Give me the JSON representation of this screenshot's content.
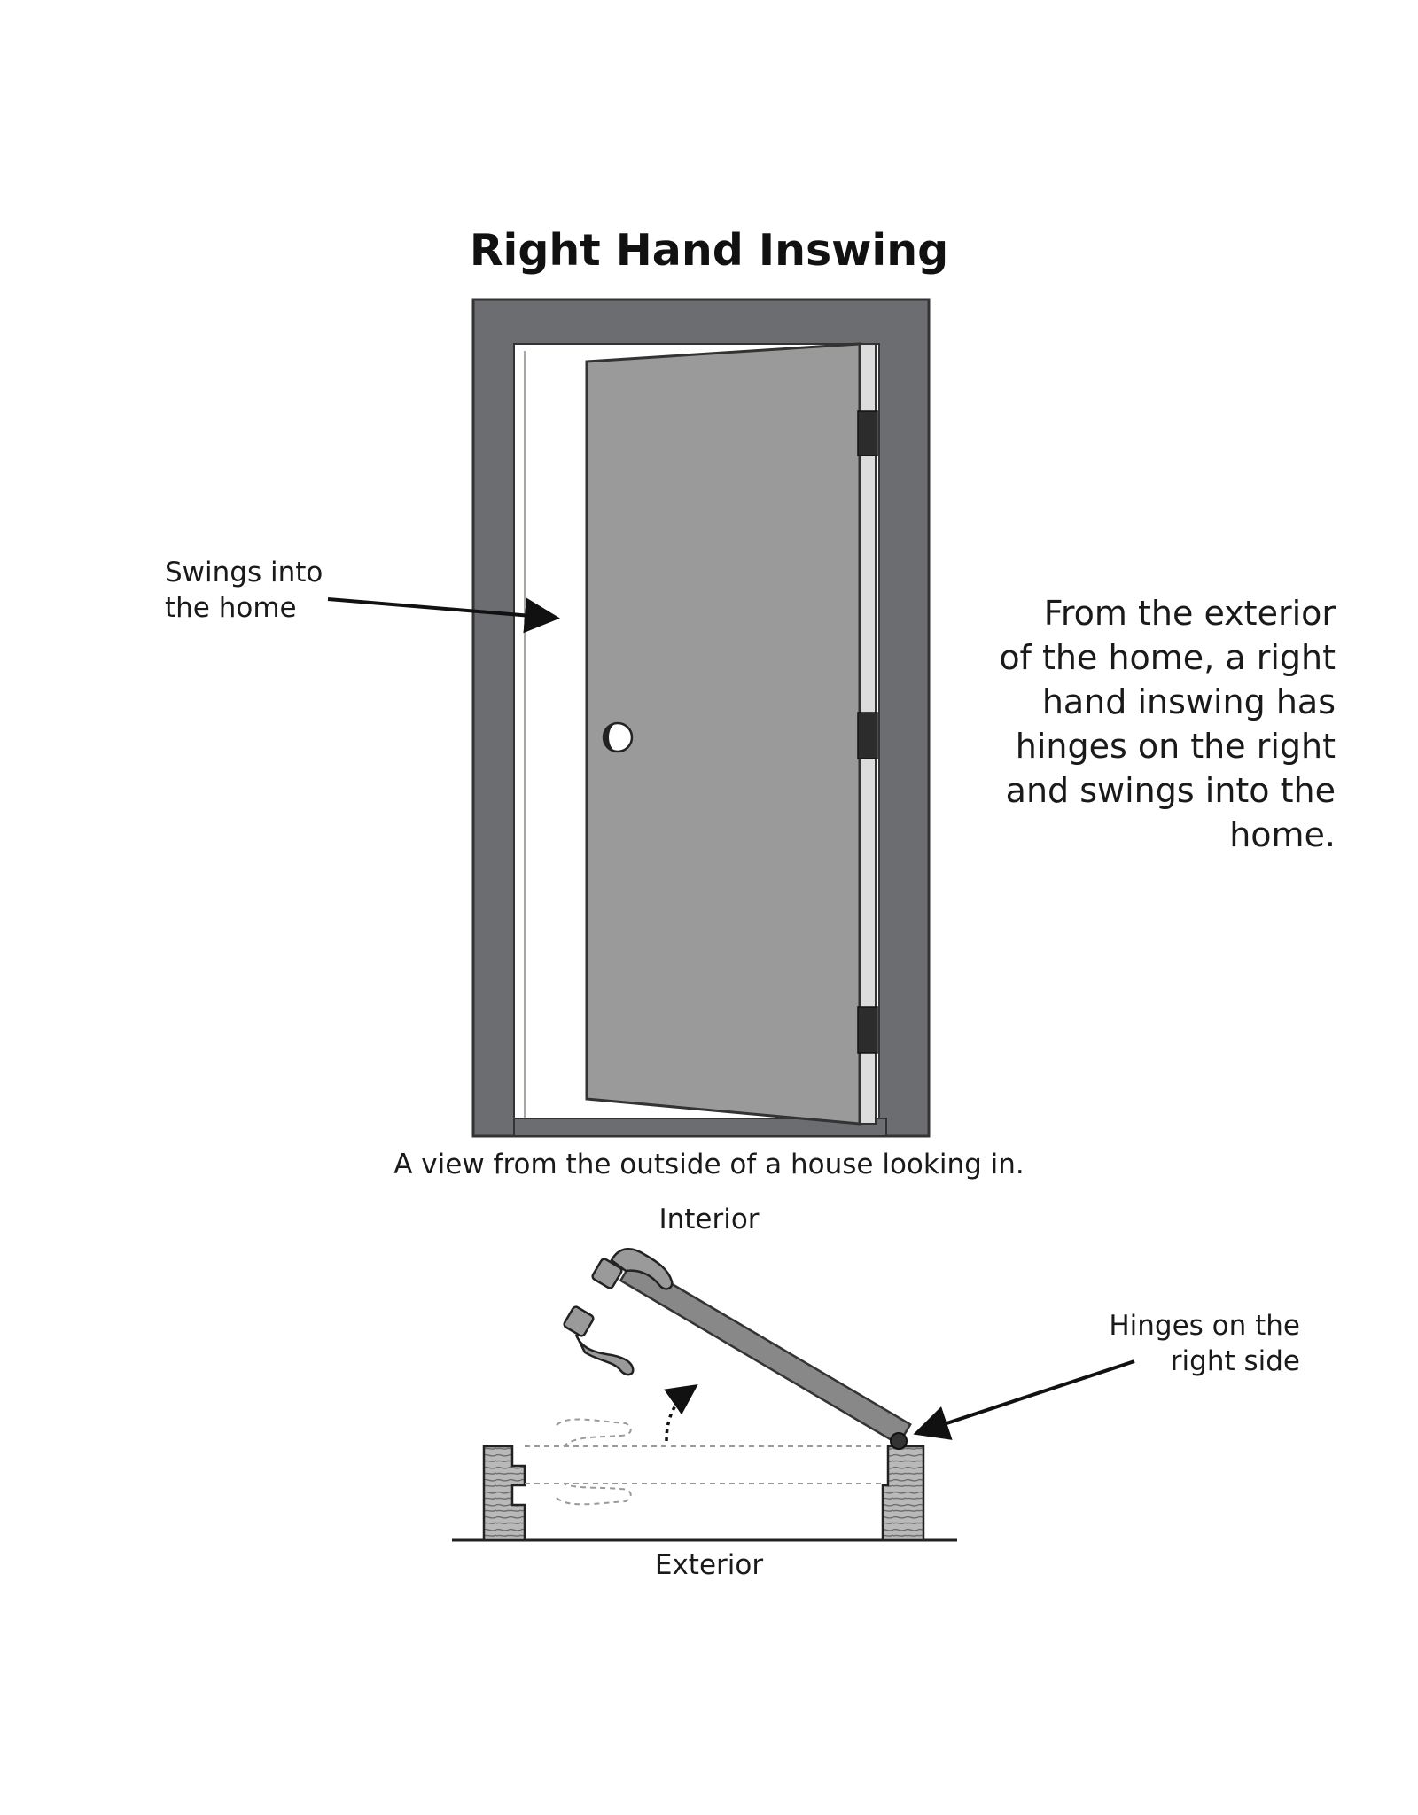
{
  "title": "Right Hand Inswing",
  "swing_label": [
    "Swings into",
    "the home"
  ],
  "description_lines": [
    "From the exterior",
    "of the home, a right",
    "hand inswing has",
    "hinges on the right",
    "and swings into the",
    "home."
  ],
  "caption": "A view from the outside of a house looking in.",
  "top_view": {
    "interior_label": "Interior",
    "exterior_label": "Exterior",
    "hinge_label": [
      "Hinges on the",
      "right side"
    ]
  },
  "colors": {
    "frame": "#6b6d70",
    "door": "#9a9a9a",
    "hinge": "#2c2c2c",
    "outline": "#333333",
    "opening": "#ffffff"
  }
}
